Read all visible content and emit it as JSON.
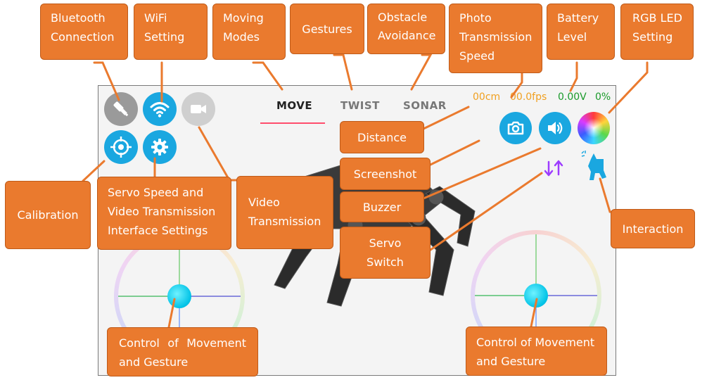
{
  "tabs": [
    "MOVE",
    "TWIST",
    "SONAR"
  ],
  "status": {
    "distance": "00cm",
    "fps": "00.0fps",
    "voltage": "0.00V",
    "battery": "0%"
  },
  "colors": {
    "accent": "#1aa7e0",
    "callout": "#ea7a2e",
    "status_orange": "#f0a020",
    "status_green": "#1a9a2a",
    "tab_underline": "#ff4d6d",
    "servo_switch": "#9d3bff"
  },
  "icons": [
    "bluetooth-icon",
    "wifi-icon",
    "video-camera-icon",
    "calibration-crosshair-icon",
    "settings-gear-icon",
    "camera-icon",
    "speaker-icon",
    "color-wheel-icon",
    "servo-switch-icon",
    "dog-interaction-icon"
  ],
  "callouts": {
    "bluetooth": "Bluetooth Connection",
    "wifi": "WiFi Setting",
    "moving_modes": "Moving Modes",
    "gestures": "Gestures",
    "obstacle": "Obstacle Avoidance",
    "photo_speed": "Photo Transmission Speed",
    "battery": "Battery Level",
    "rgb": "RGB LED Setting",
    "distance": "Distance",
    "screenshot": "Screenshot",
    "buzzer": "Buzzer",
    "servo_switch": "Servo Switch",
    "interaction": "Interaction",
    "calibration": "Calibration",
    "servo_speed": "Servo Speed and Video Transmission Interface Settings",
    "video": "Video Transmission",
    "control_left": "Control of Movement and Gesture",
    "control_right": "Control of Movement and Gesture"
  }
}
